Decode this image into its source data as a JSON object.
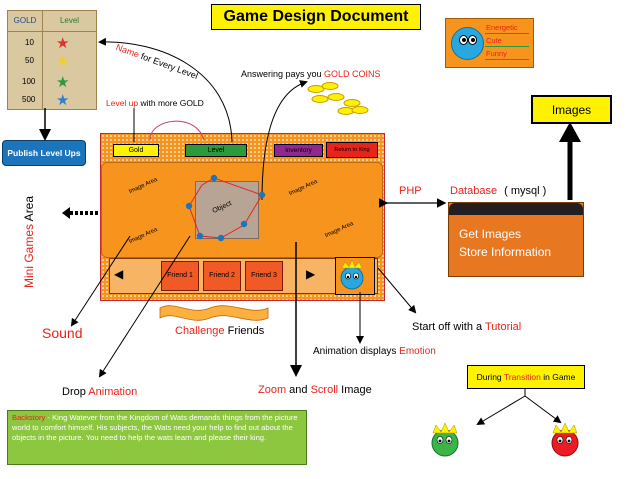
{
  "title": "Game Design Document",
  "level_table": {
    "headers": [
      "GOLD",
      "Level"
    ],
    "rows": [
      {
        "gold": "10",
        "star_color": "#e03030"
      },
      {
        "gold": "50",
        "star_color": "#f0d020"
      },
      {
        "gold": "100",
        "star_color": "#2a9a3a"
      },
      {
        "gold": "500",
        "star_color": "#2f7fd0"
      }
    ]
  },
  "publish_label": "Publish Level Ups",
  "character_traits": [
    "Energetic",
    "Cute",
    "Funny"
  ],
  "annotations": {
    "name_red": "Name",
    "name_rest": " for Every Level",
    "levelup_red": "Level up",
    "levelup_rest": " with more GOLD",
    "answering": "Answering pays you ",
    "gold_coins": "GOLD COINS",
    "php": "PHP",
    "database_red": "Database",
    "database_rest": "( mysql )",
    "mini_games_red": "Mini Games",
    "mini_games_rest": " Area",
    "sound": "Sound",
    "challenge_red": "Challenge",
    "challenge_rest": " Friends",
    "tutorial_prefix": "Start off with a ",
    "tutorial_red": "Tutorial",
    "emotion_prefix": "Animation displays ",
    "emotion_red": "Emotion",
    "drop_prefix": "Drop ",
    "drop_red": "Animation",
    "zoom_red": "Zoom",
    "zoom_mid": " and ",
    "scroll_red": "Scroll",
    "zoom_rest": " Image"
  },
  "game_screen": {
    "buttons": [
      "Gold",
      "Level",
      "Inventory",
      "Return to King"
    ],
    "image_area_label": "Image Area",
    "object_label": "Object",
    "friends": [
      "Friend 1",
      "Friend 2",
      "Friend 3"
    ]
  },
  "images_label": "Images",
  "database_box": [
    "Get Images",
    "Store Information"
  ],
  "transition": {
    "prefix": "During ",
    "red": "Transition",
    "rest": " in Game",
    "happy": "Happy",
    "angry": "Angry"
  },
  "backstory": {
    "red": "Backstory",
    "text": " - King Watever from the Kingdom of Wats demands things from the picture world to comfort himself. His subjects, the Wats need your help to find out about the objects in the  picture. You need to help the wats learn and please their king."
  },
  "colors": {
    "orange": "#f7941e",
    "red_text": "#e8231b",
    "yellow": "#fff200",
    "blue_char": "#29a8e0",
    "publish_blue": "#1c75bc",
    "table_bg": "#d9c8a0",
    "olive": "#d7df23"
  }
}
